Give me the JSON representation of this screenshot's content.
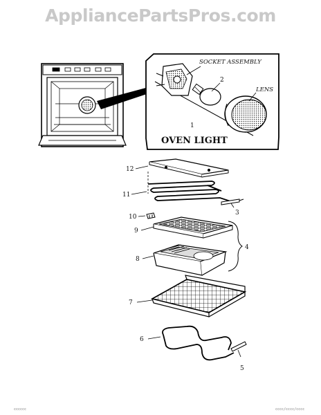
{
  "watermark": "AppliancePartsPros.com",
  "inset": {
    "title": "OVEN LIGHT",
    "socket_label": "SOCKET ASSEMBLY",
    "lens_label": "LENS",
    "callouts": [
      "1",
      "2"
    ]
  },
  "callouts": {
    "c3": "3",
    "c4": "4",
    "c5": "5",
    "c6": "6",
    "c7": "7",
    "c8": "8",
    "c9": "9",
    "c10": "10",
    "c11": "11",
    "c12": "12"
  },
  "footer": {
    "left": "cccccc",
    "right": "cccc/cccc/cccc"
  }
}
